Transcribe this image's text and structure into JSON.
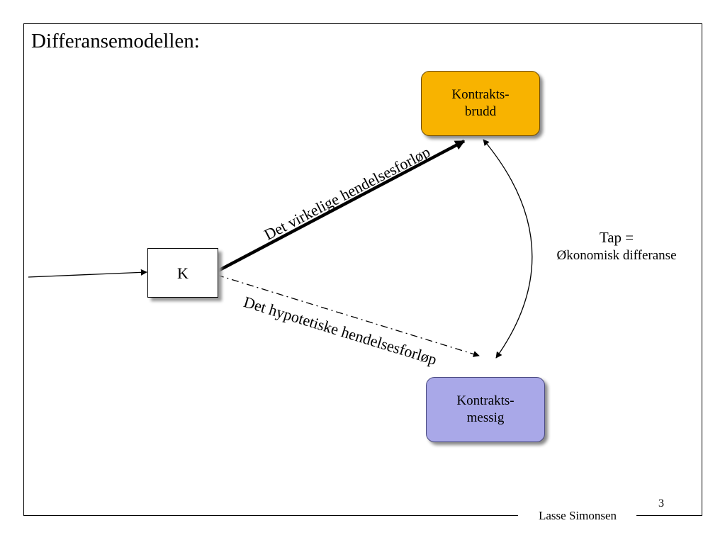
{
  "slide": {
    "title": "Differansemodellen:",
    "author": "Lasse Simonsen",
    "page_number": "3"
  },
  "nodes": {
    "k": {
      "label": "K"
    },
    "kontraktsbrudd": {
      "label": "Kontrakts-\nbrudd",
      "color": "#f8b300"
    },
    "kontraktsmessig": {
      "label": "Kontrakts-\nmessig",
      "color": "#a9a8e8"
    }
  },
  "edges": {
    "virkelig": {
      "label": "Det virkelige hendelsesforløp"
    },
    "hypotetisk": {
      "label": "Det hypotetiske hendelsesforløp"
    }
  },
  "loss": {
    "line1": "Tap =",
    "line2": "Økonomisk differanse"
  }
}
